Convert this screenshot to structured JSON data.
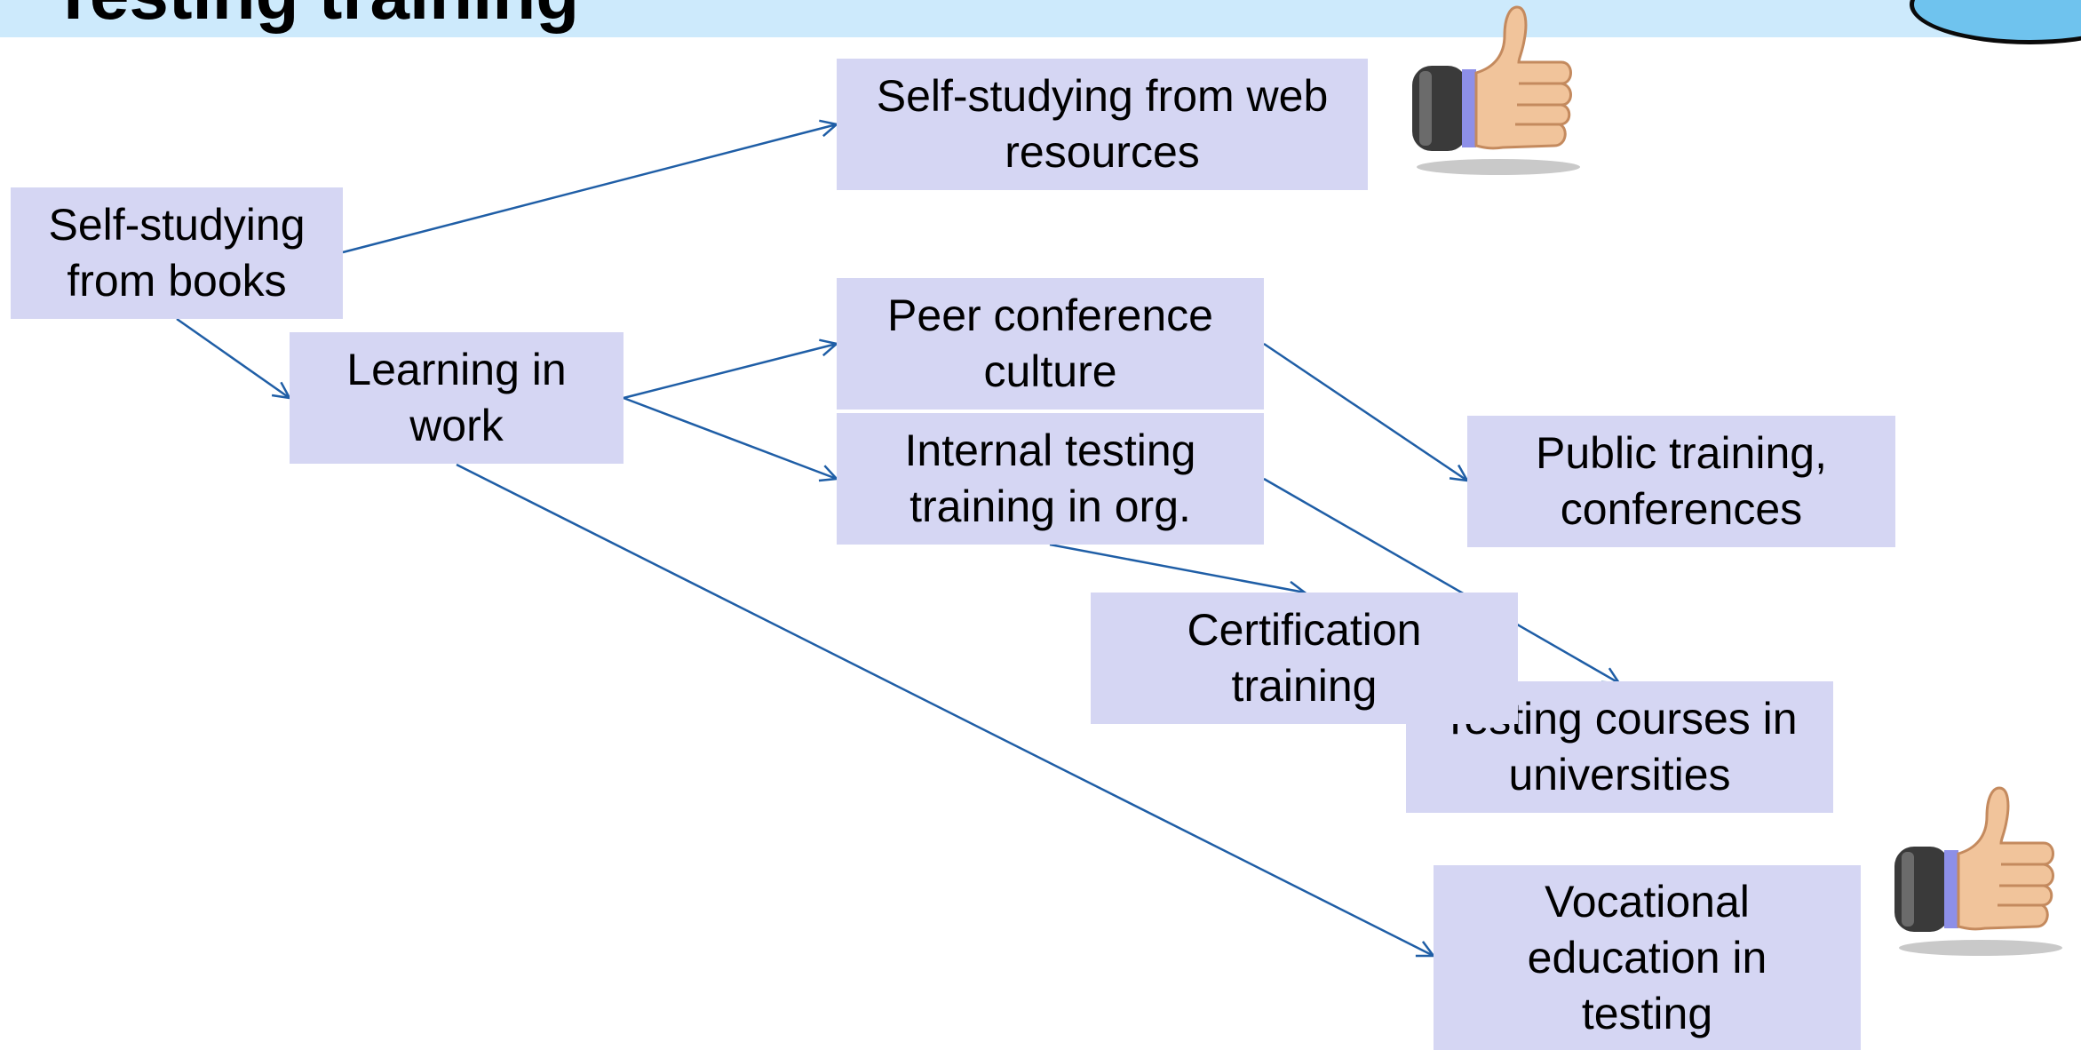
{
  "slide": {
    "title": "Testing training"
  },
  "nodes": {
    "books": "Self-studying from books",
    "web": "Self-studying from web resources",
    "work": "Learning in work",
    "peer": "Peer conference culture",
    "internal": "Internal testing training in org.",
    "public": "Public training, conferences",
    "cert": "Certification training",
    "univ": "Testing courses in universities",
    "voc": "Vocational education in testing"
  },
  "colors": {
    "node_fill": "#d5d6f3",
    "arrow": "#1f5ea6",
    "title_bar": "#cdeafc"
  },
  "icons": {
    "approval": "thumbs-up-icon"
  }
}
